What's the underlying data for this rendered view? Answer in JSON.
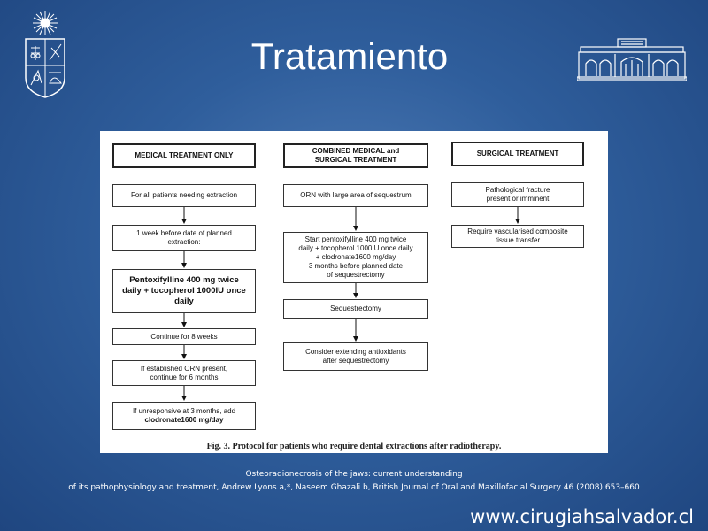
{
  "slide": {
    "title": "Tratamiento",
    "reference_line1": "Osteoradionecrosis of the jaws: current understanding",
    "reference_line2": "of its pathophysiology and treatment, Andrew Lyons a,*, Naseem Ghazali b, British Journal of Oral and Maxillofacial Surgery 46 (2008) 653–660",
    "website": "www.cirugiahsalvador.cl"
  },
  "figure": {
    "caption": "Fig. 3.  Protocol for patients who require dental extractions after radiotherapy.",
    "columns": [
      {
        "title": "MEDICAL TREATMENT ONLY",
        "steps": [
          "For all patients needing extraction",
          "1 week before date of planned\nextraction:",
          "Pentoxifylline 400 mg twice\ndaily + tocopherol 1000IU once\ndaily",
          "Continue for 8 weeks",
          "If established ORN present,\ncontinue for 6 months",
          "If unresponsive at 3 months, add",
          "clodronate1600 mg/day"
        ]
      },
      {
        "title": "COMBINED MEDICAL and\nSURGICAL TREATMENT",
        "steps": [
          "ORN with large area of sequestrum",
          "Start pentoxifylline 400 mg twice\ndaily + tocopherol 1000IU once daily\n+ clodronate1600 mg/day\n3 months before planned date\nof sequestrectomy",
          "Sequestrectomy",
          "Consider extending antioxidants\nafter sequestrectomy"
        ]
      },
      {
        "title": "SURGICAL TREATMENT",
        "steps": [
          "Pathological fracture\npresent or imminent",
          "Require vascularised composite\ntissue transfer"
        ]
      }
    ]
  },
  "colors": {
    "background": "#2f5e9c",
    "text": "#ffffff",
    "figure_background": "#ffffff"
  }
}
